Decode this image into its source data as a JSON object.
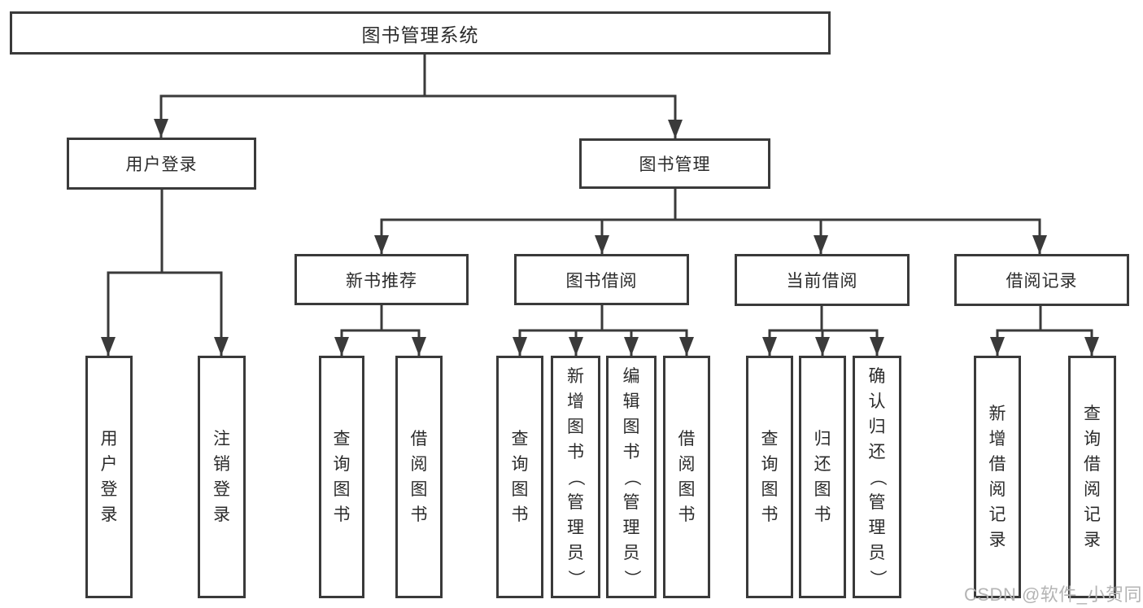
{
  "diagram": {
    "title": "图书管理系统",
    "root": {
      "label": "图书管理系统"
    },
    "level2": [
      {
        "label": "用户登录"
      },
      {
        "label": "图书管理"
      }
    ],
    "level3": [
      {
        "label": "新书推荐"
      },
      {
        "label": "图书借阅"
      },
      {
        "label": "当前借阅"
      },
      {
        "label": "借阅记录"
      }
    ],
    "leaves": {
      "user_login": [
        "用户登录",
        "注销登录"
      ],
      "new_book": [
        "查询图书",
        "借阅图书"
      ],
      "book_borrow": [
        "查询图书",
        "新增图书（管理员）",
        "编辑图书（管理员）",
        "借阅图书"
      ],
      "current_borrow": [
        "查询图书",
        "归还图书",
        "确认归还（管理员）"
      ],
      "borrow_record": [
        "新增借阅记录",
        "查询借阅记录"
      ]
    }
  },
  "watermark": {
    "text": "CSDN @软件_小贺同学"
  },
  "colors": {
    "line": "#3a3a3a",
    "text": "#2b2b2b",
    "background": "#ffffff",
    "watermark": "#b4b4b4"
  }
}
